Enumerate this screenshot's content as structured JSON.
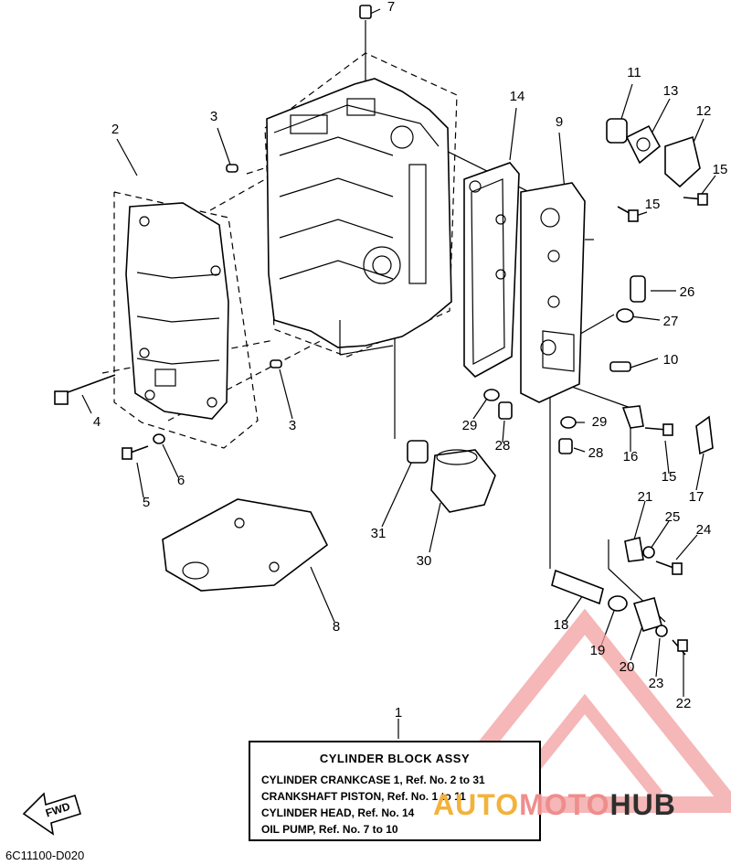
{
  "callouts": [
    {
      "id": "7",
      "label": "7"
    },
    {
      "id": "11",
      "label": "11"
    },
    {
      "id": "13",
      "label": "13"
    },
    {
      "id": "3a",
      "label": "3"
    },
    {
      "id": "14",
      "label": "14"
    },
    {
      "id": "12",
      "label": "12"
    },
    {
      "id": "2",
      "label": "2"
    },
    {
      "id": "9",
      "label": "9"
    },
    {
      "id": "15a",
      "label": "15"
    },
    {
      "id": "15b",
      "label": "15"
    },
    {
      "id": "26",
      "label": "26"
    },
    {
      "id": "27",
      "label": "27"
    },
    {
      "id": "10",
      "label": "10"
    },
    {
      "id": "4",
      "label": "4"
    },
    {
      "id": "3b",
      "label": "3"
    },
    {
      "id": "29a",
      "label": "29"
    },
    {
      "id": "29b",
      "label": "29"
    },
    {
      "id": "28a",
      "label": "28"
    },
    {
      "id": "28b",
      "label": "28"
    },
    {
      "id": "16",
      "label": "16"
    },
    {
      "id": "6",
      "label": "6"
    },
    {
      "id": "15c",
      "label": "15"
    },
    {
      "id": "17",
      "label": "17"
    },
    {
      "id": "5",
      "label": "5"
    },
    {
      "id": "21",
      "label": "21"
    },
    {
      "id": "25",
      "label": "25"
    },
    {
      "id": "24",
      "label": "24"
    },
    {
      "id": "31",
      "label": "31"
    },
    {
      "id": "30",
      "label": "30"
    },
    {
      "id": "8",
      "label": "8"
    },
    {
      "id": "18",
      "label": "18"
    },
    {
      "id": "19",
      "label": "19"
    },
    {
      "id": "20",
      "label": "20"
    },
    {
      "id": "23",
      "label": "23"
    },
    {
      "id": "22",
      "label": "22"
    },
    {
      "id": "1",
      "label": "1"
    }
  ],
  "legend": {
    "title": "CYLINDER BLOCK ASSY",
    "lines": [
      "CYLINDER CRANKCASE 1, Ref. No. 2 to 31",
      "CRANKSHAFT PISTON, Ref. No. 1 to 11",
      "CYLINDER HEAD, Ref. No. 14",
      "OIL PUMP, Ref. No. 7 to 10"
    ]
  },
  "fwd_label": "FWD",
  "diagram_code": "6C11100-D020",
  "watermark": {
    "text_part1": "AUTO",
    "text_part2": "MOTO",
    "text_part3": "HUB",
    "color_part1": "#f3b23a",
    "color_part2": "#ef8d8d",
    "color_part3": "#2e2e2e",
    "triangle_color": "#f2a0a0"
  }
}
